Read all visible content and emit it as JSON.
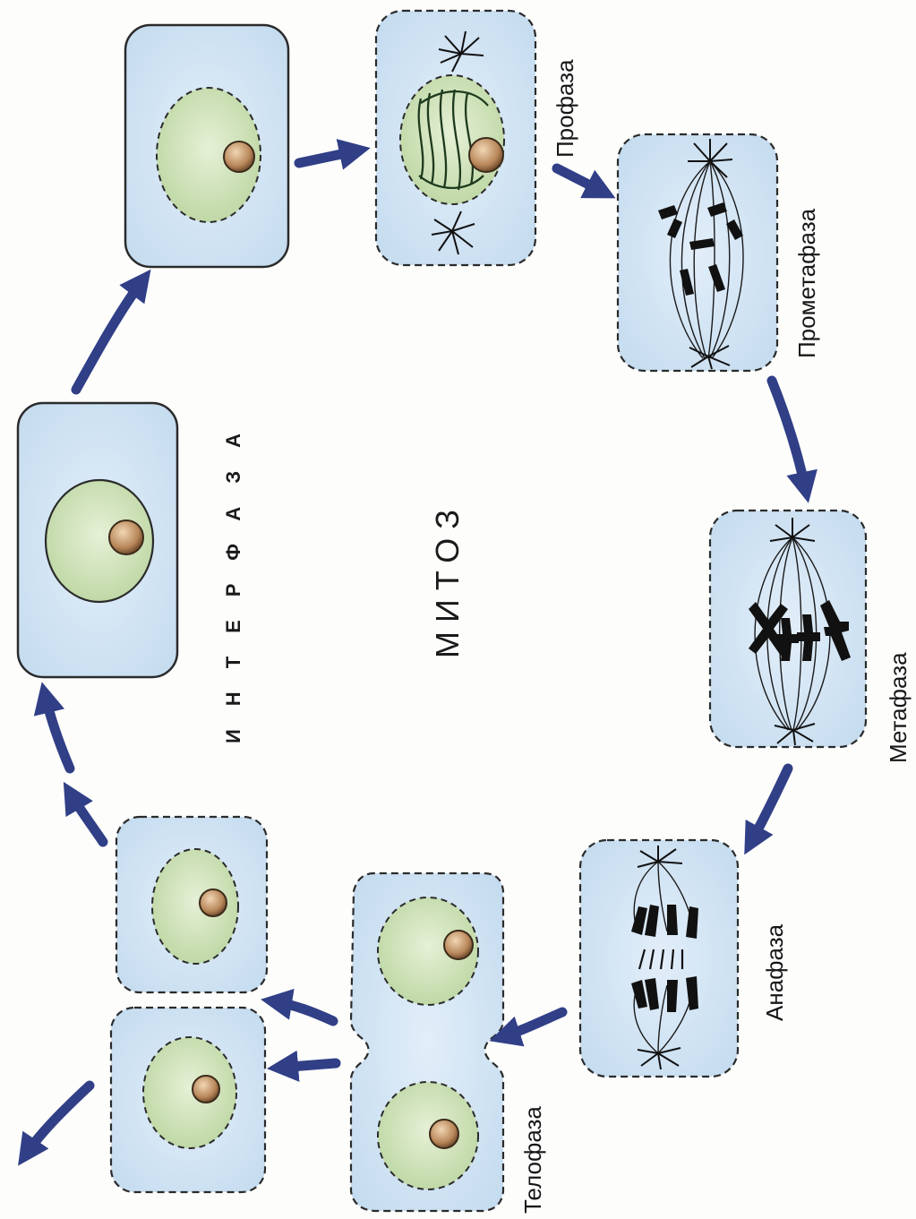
{
  "diagram": {
    "center_labels": {
      "interphase": "ИНТЕРФАЗА",
      "mitosis": "МИТОЗ"
    },
    "phases": [
      {
        "id": "prophase",
        "label": "Профаза"
      },
      {
        "id": "prometaphase",
        "label": "Прометафаза"
      },
      {
        "id": "metaphase",
        "label": "Метафаза"
      },
      {
        "id": "anaphase",
        "label": "Анафаза"
      },
      {
        "id": "telophase",
        "label": "Телофаза"
      }
    ],
    "colors": {
      "cell_fill": "#cfe3f3",
      "nucleus_fill": "#c9dfb1",
      "nucleolus": "#b98a5e",
      "arrow": "#303f86",
      "chromosome": "#111111",
      "outline": "#2b2b2b"
    }
  }
}
